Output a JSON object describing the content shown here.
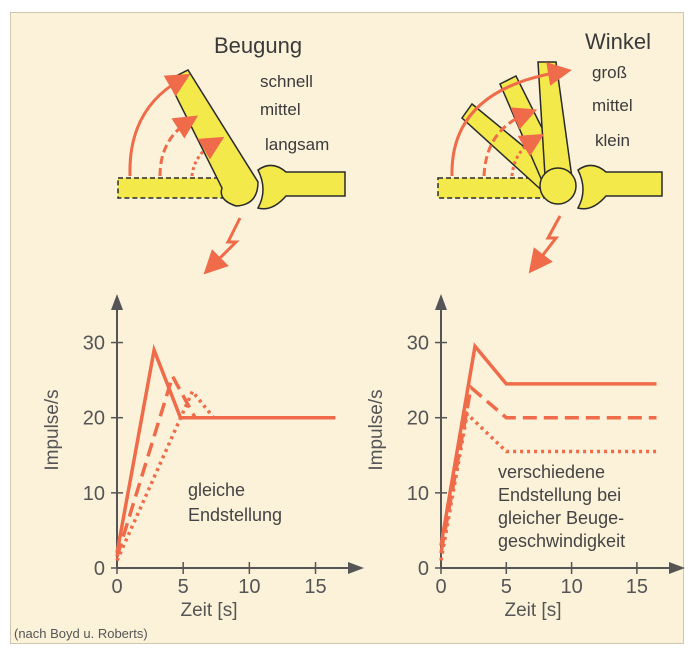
{
  "headings": {
    "left": "Beugung",
    "right": "Winkel"
  },
  "illustration_left_labels": [
    "schnell",
    "mittel",
    "langsam"
  ],
  "illustration_right_labels": [
    "groß",
    "mittel",
    "klein"
  ],
  "colors": {
    "line": "#ef6b4a",
    "bone": "#f3e94a",
    "bone_outline": "#2a2a2a",
    "background": "#fbf2d9",
    "axis": "#555555"
  },
  "credit": "(nach Boyd u. Roberts)",
  "chart_data": [
    {
      "type": "line",
      "xlabel": "Zeit [s]",
      "ylabel": "Impulse/s",
      "xlim": [
        0,
        17
      ],
      "ylim": [
        0,
        33
      ],
      "xticks": [
        0,
        5,
        10,
        15
      ],
      "yticks": [
        0,
        10,
        20,
        30
      ],
      "annotation": [
        "gleiche",
        "Endstellung"
      ],
      "series": [
        {
          "style": "solid",
          "x": [
            0,
            2.8,
            4.8,
            16.5
          ],
          "y": [
            2,
            29,
            20,
            20
          ]
        },
        {
          "style": "dashed",
          "x": [
            0,
            4.2,
            5.9,
            16.5
          ],
          "y": [
            1.5,
            25.5,
            20,
            20
          ]
        },
        {
          "style": "dotted",
          "x": [
            0,
            5.7,
            7.3,
            16.5
          ],
          "y": [
            1,
            23.5,
            20,
            20
          ]
        }
      ]
    },
    {
      "type": "line",
      "xlabel": "Zeit [s]",
      "ylabel": "Impulse/s",
      "xlim": [
        0,
        17
      ],
      "ylim": [
        0,
        33
      ],
      "xticks": [
        0,
        5,
        10,
        15
      ],
      "yticks": [
        0,
        10,
        20,
        30
      ],
      "annotation": [
        "verschiedene",
        "Endstellung bei",
        "gleicher Beuge-",
        "geschwindigkeit"
      ],
      "series": [
        {
          "style": "solid",
          "x": [
            0,
            2.6,
            5,
            16.5
          ],
          "y": [
            3,
            29.5,
            24.5,
            24.5
          ]
        },
        {
          "style": "dashed",
          "x": [
            0,
            2.3,
            5,
            16.5
          ],
          "y": [
            2,
            24,
            20,
            20
          ]
        },
        {
          "style": "dotted",
          "x": [
            0,
            2.0,
            5,
            16.5
          ],
          "y": [
            1,
            20.5,
            15.5,
            15.5
          ]
        }
      ]
    }
  ]
}
